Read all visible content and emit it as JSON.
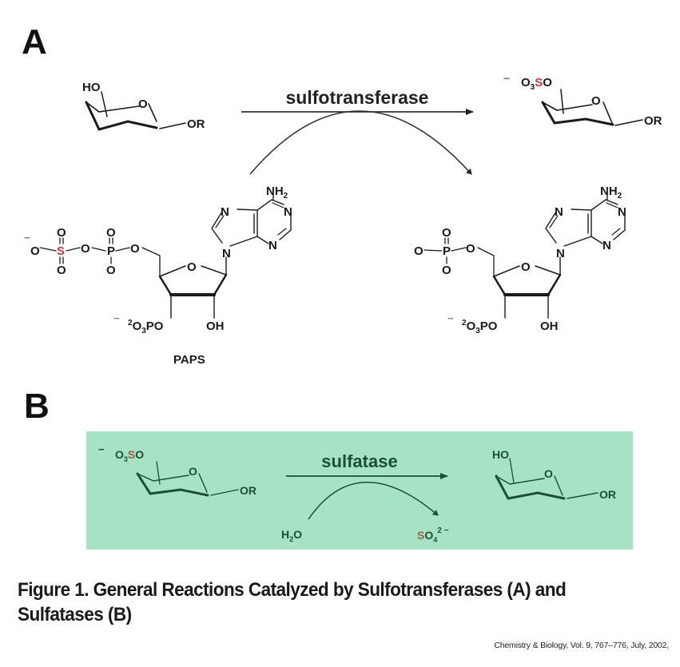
{
  "panels": {
    "a": {
      "letter": "A",
      "enzyme_label": "sulfotransferase",
      "substrate": {
        "ho": "HO",
        "ring_o": "O",
        "or": "OR"
      },
      "product": {
        "charge": "−",
        "o3": "O",
        "sub3": "3",
        "s": "S",
        "o": "O",
        "ring_o": "O",
        "or": "OR"
      },
      "cofactor_left": {
        "name": "PAPS",
        "nh2": "NH",
        "sub2": "2",
        "purine_n": [
          "N",
          "N",
          "N",
          "N"
        ],
        "furanose_o": "O",
        "oh": "OH",
        "phospho": {
          "charge": "−",
          "sup": "2",
          "o3": "O",
          "sub3": "3",
          "po": "PO"
        },
        "sulfate_chain": {
          "minus": "−",
          "o_terminal": "O",
          "s": "S",
          "o_top": "O",
          "o_bottom": "O",
          "o_bridge": "O",
          "p": "P",
          "p_o_top": "O",
          "p_o_bottom": "O",
          "o_ester": "O"
        }
      },
      "cofactor_right": {
        "nh2": "NH",
        "sub2": "2",
        "purine_n": [
          "N",
          "N",
          "N",
          "N"
        ],
        "furanose_o": "O",
        "oh": "OH",
        "phospho": {
          "charge": "−",
          "sup": "2",
          "o3": "O",
          "sub3": "3",
          "po": "PO"
        },
        "phosphate": {
          "o_terminal": "O",
          "p": "P",
          "o_top": "O",
          "o_bottom": "O",
          "o_ester": "O"
        }
      }
    },
    "b": {
      "letter": "B",
      "enzyme_label": "sulfatase",
      "substrate": {
        "charge": "−",
        "o3": "O",
        "sub3": "3",
        "s": "S",
        "o": "O",
        "ring_o": "O",
        "or": "OR"
      },
      "product": {
        "ho": "HO",
        "ring_o": "O",
        "or": "OR"
      },
      "water": {
        "h": "H",
        "sub2": "2",
        "o": "O"
      },
      "sulfate": {
        "s": "S",
        "o": "O",
        "sub4": "4",
        "sup": "2 −"
      }
    }
  },
  "colors": {
    "sulfur_red": "#d9333f",
    "sulfur_brown": "#a0614a",
    "green_box": "#a5e3c4",
    "green_ink": "#1d4d33"
  },
  "caption": "Figure 1.  General Reactions Catalyzed by Sulfotransferases (A) and Sulfatases (B)",
  "citation": "Chemistry & Biology, Vol. 9, 767–776, July, 2002,"
}
